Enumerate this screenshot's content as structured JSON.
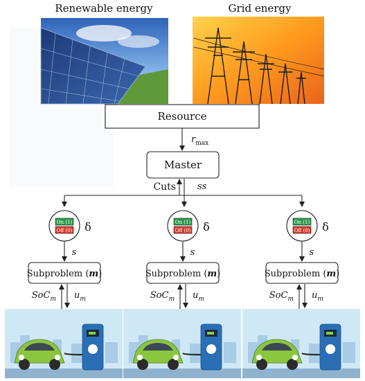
{
  "images": {
    "renewable_title": "Renewable energy",
    "grid_title": "Grid energy"
  },
  "nodes": {
    "resource": "Resource",
    "master": "Master",
    "subproblem": [
      "Subproblem (",
      "m",
      ")"
    ]
  },
  "edges": {
    "r": "r",
    "r_sub": "max",
    "cuts": "Cuts",
    "ss": "ss",
    "s": "s",
    "delta": "δ",
    "soc": "SoC",
    "soc_sub": "m",
    "u": "u",
    "u_sub": "m"
  },
  "switch": {
    "on_label": "On (1)",
    "off_label": "Off (0)"
  },
  "colors": {
    "on": "#2e9a4a",
    "off": "#d93a2f",
    "car_body": "#8bc63f",
    "charger": "#2a6fb5",
    "sky": "#cfe8f6"
  },
  "branches": [
    {
      "id": "left"
    },
    {
      "id": "middle"
    },
    {
      "id": "right"
    }
  ]
}
